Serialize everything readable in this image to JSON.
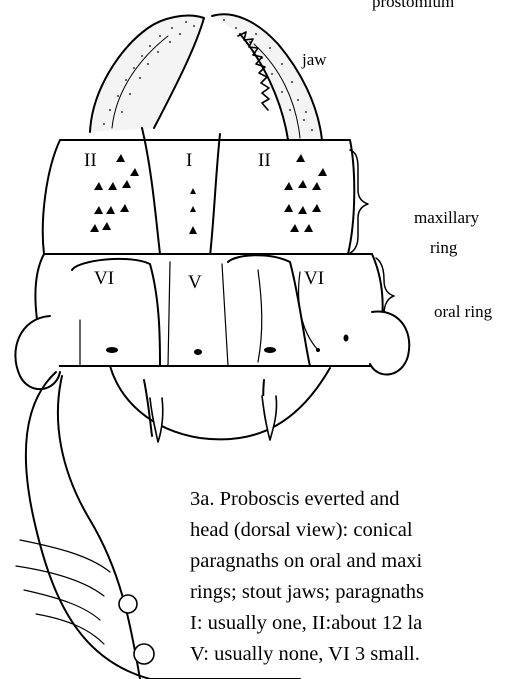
{
  "labels": {
    "prostomium": "prostomium",
    "jaw": "jaw",
    "maxillary_ring": [
      "maxillary",
      "ring"
    ],
    "oral_ring": "oral ring",
    "areas": {
      "area_I": "I",
      "area_II_left": "II",
      "area_II_right": "II",
      "area_V": "V",
      "area_VI_left": "VI",
      "area_VI_right": "VI"
    }
  },
  "caption": [
    "3a. Proboscis everted and",
    "head (dorsal view): conical",
    "paragnaths on oral and maxi",
    "rings; stout jaws; paragnaths",
    "I: usually one, II:about 12 la",
    "V: usually none, VI 3 small."
  ]
}
